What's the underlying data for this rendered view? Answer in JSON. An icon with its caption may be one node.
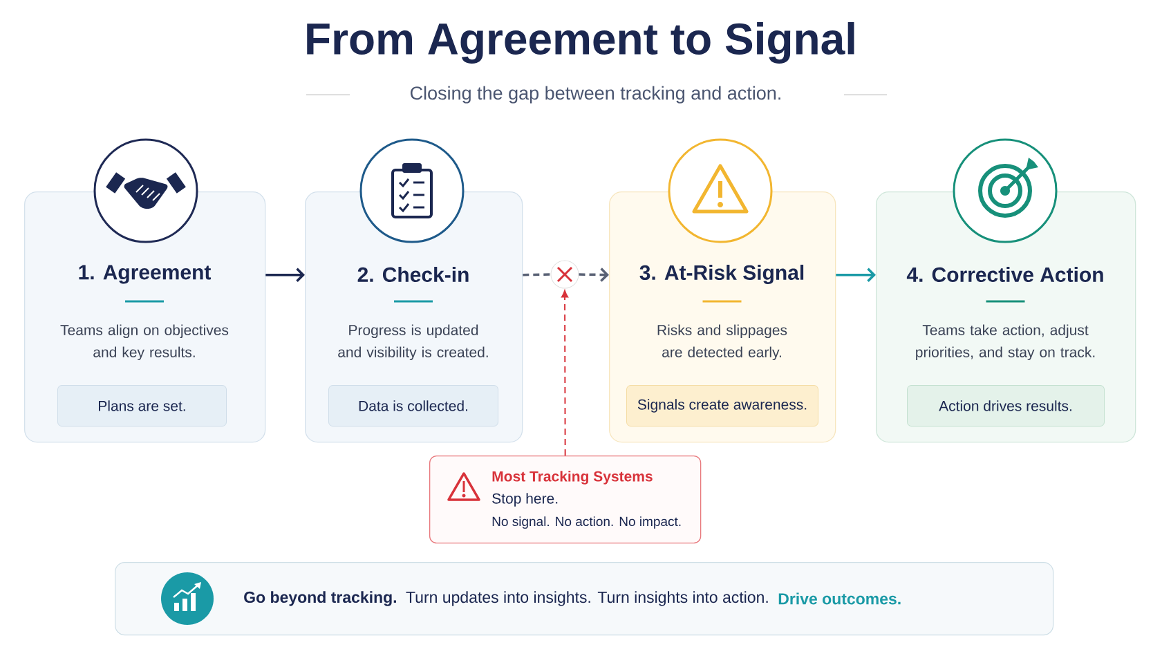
{
  "diagram": {
    "title": "From Agreement to Signal",
    "nodes": [
      {
        "text": [
          "1. Agreement",
          "Teams align on objectives and key results."
        ]
      },
      {
        "text": [
          "Plans are set."
        ],
        "in": 0
      },
      {
        "text": [
          "2. Check-in",
          "Progress is updated and visibility is created."
        ]
      },
      {
        "text": [
          "Data is collected."
        ],
        "in": 2
      },
      {
        "text": [],
        "shape": "circle"
      },
      {
        "text": [
          "3. At-Risk Signal",
          "Risks and slippages are detected early."
        ]
      },
      {
        "text": [
          "Signals create awareness."
        ],
        "in": 5
      },
      {
        "text": [
          "4. Corrective Action",
          "Teams take action, adjust priorities, and stay on track."
        ]
      },
      {
        "text": [
          "Action drives results."
        ],
        "in": 7
      },
      {
        "text": [
          "Most Tracking Systems",
          "Stop here.",
          "No signal. No action. No impact."
        ]
      },
      {
        "text": [
          "Go beyond tracking.",
          "Turn updates into insights. Turn insights into action.",
          "Drive outcomes."
        ]
      }
    ],
    "edges": [
      {
        "from": 0,
        "to": 2,
        "arrow": "to",
        "color": "#1b2750"
      },
      {
        "from": 2,
        "to": 4,
        "arrow": "none",
        "style": "dashed"
      },
      {
        "from": 4,
        "to": 5,
        "arrow": "to",
        "style": "dashed"
      },
      {
        "from": 9,
        "to": 4,
        "arrow": "to",
        "style": "dashed",
        "color": "#d8323a"
      },
      {
        "from": 5,
        "to": 7,
        "arrow": "to",
        "color": "#1a9aa6"
      }
    ],
    "labels": [
      "Closing the gap between tracking and action."
    ]
  }
}
